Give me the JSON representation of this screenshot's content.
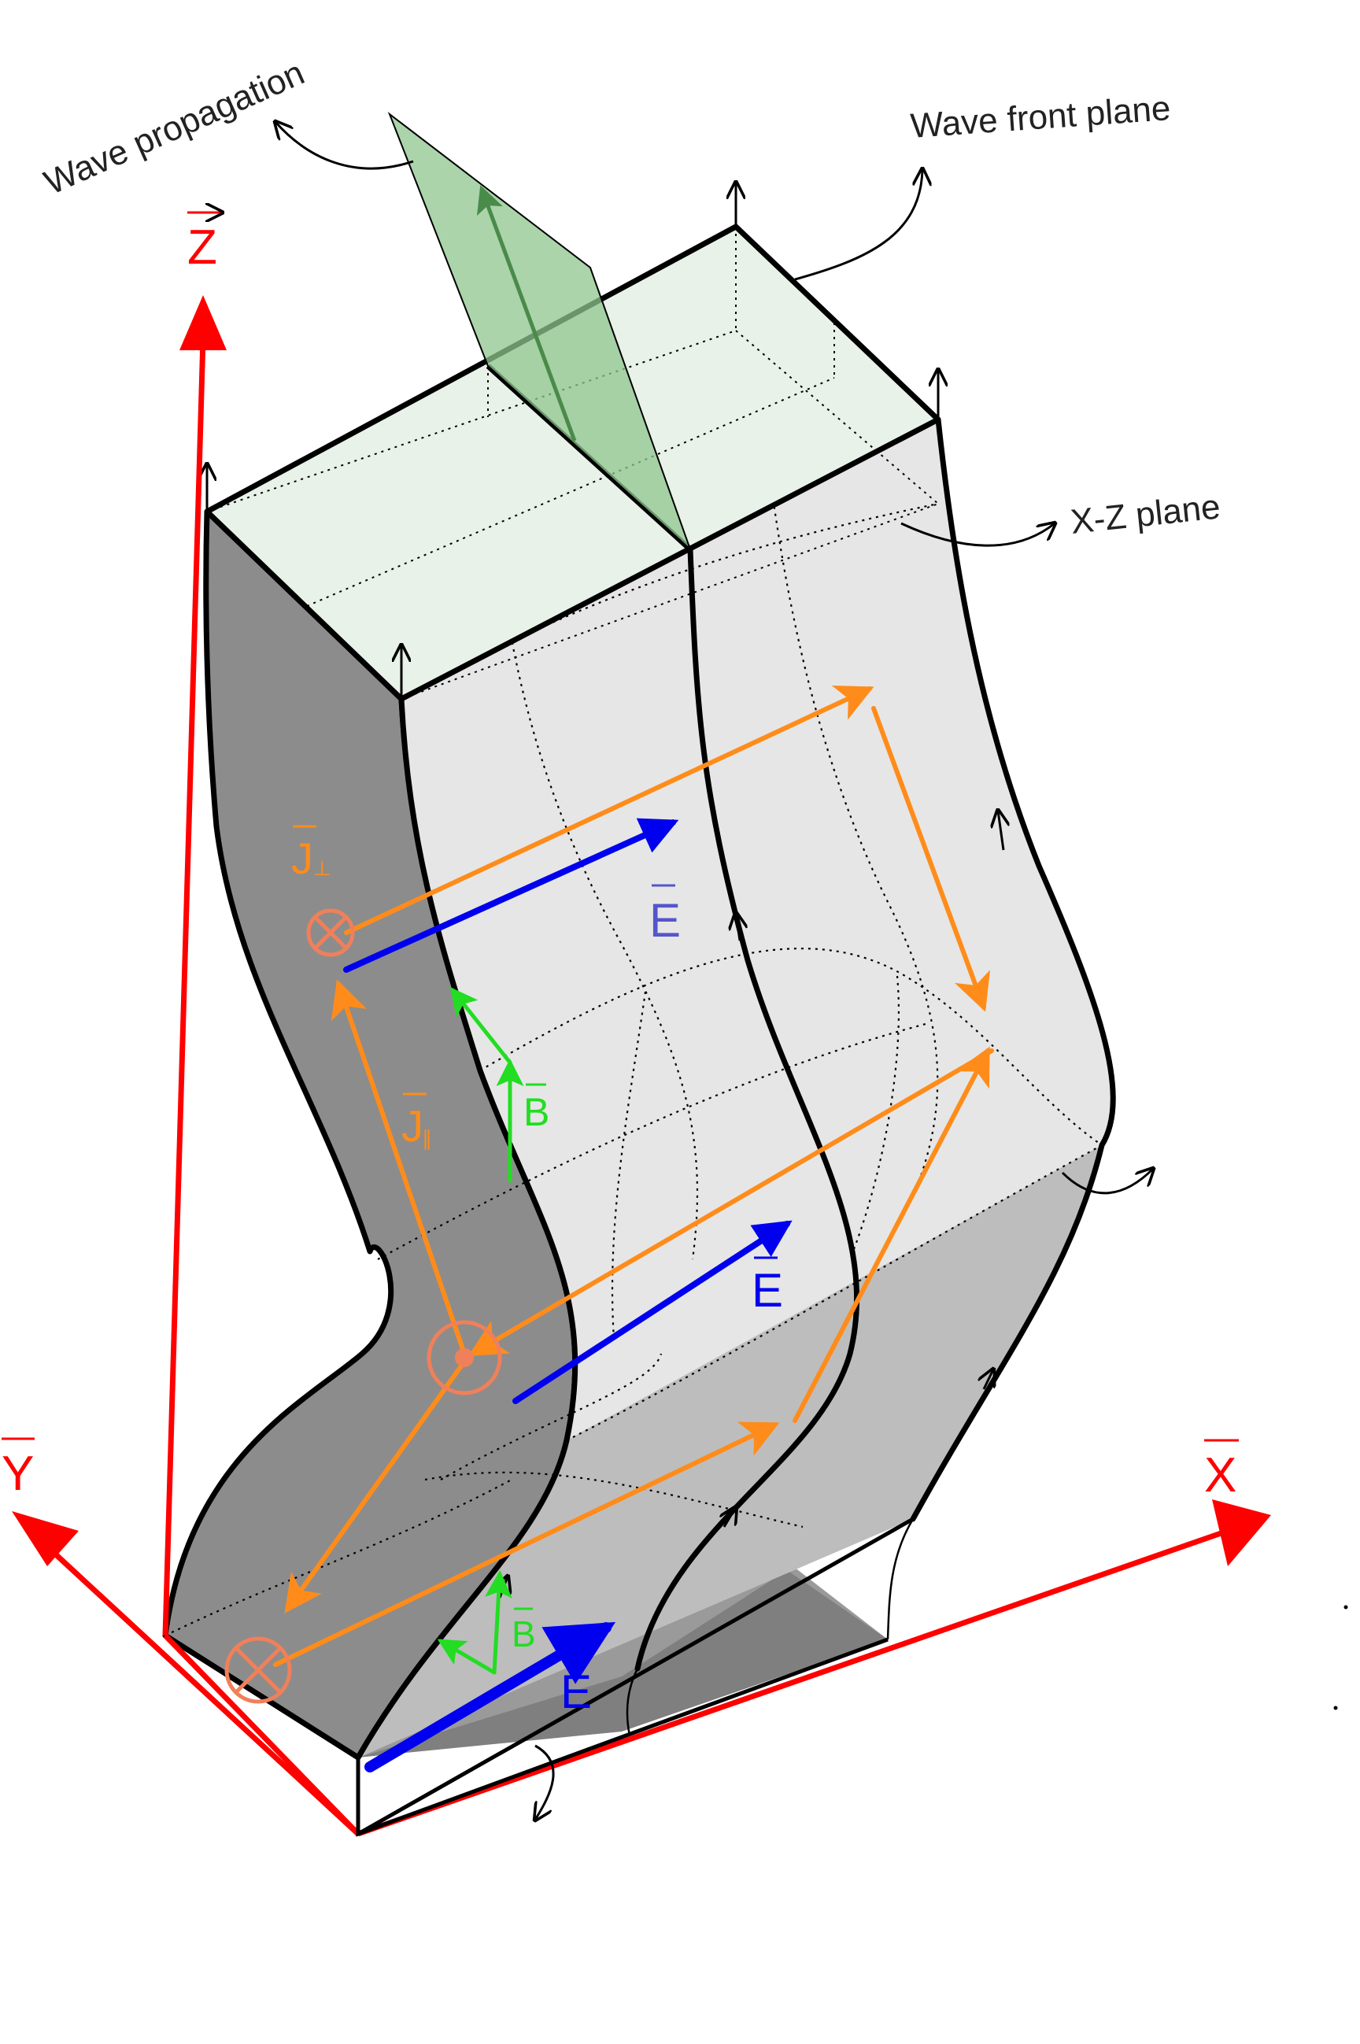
{
  "labels": {
    "wave_propagation": "Wave propagation",
    "wave_front_plane": "Wave front plane",
    "xz_plane": "X-Z plane",
    "axis_x": "X",
    "axis_y": "Y",
    "axis_z": "Z",
    "e_field_top": "E",
    "e_field_mid": "E",
    "e_field_bottom": "E",
    "b_field_upper": "B",
    "b_field_lower": "B",
    "j_perp": "J",
    "j_perp_subscript": "⊥",
    "j_par": "J",
    "j_par_subscript": "∥"
  },
  "colors": {
    "axis": "#ff0000",
    "e_field": "#0000ee",
    "e_field_top": "#5555cc",
    "b_field": "#22dd22",
    "current": "#ff8c1a",
    "current_symbol": "#f0805a",
    "wavefront": "#8fc58f",
    "top_face": "#e8f2e8",
    "right_face": "#e6e6e6",
    "left_face": "#8c8c8c",
    "bottom_face": "#bcbcbc",
    "outline": "#000000"
  }
}
